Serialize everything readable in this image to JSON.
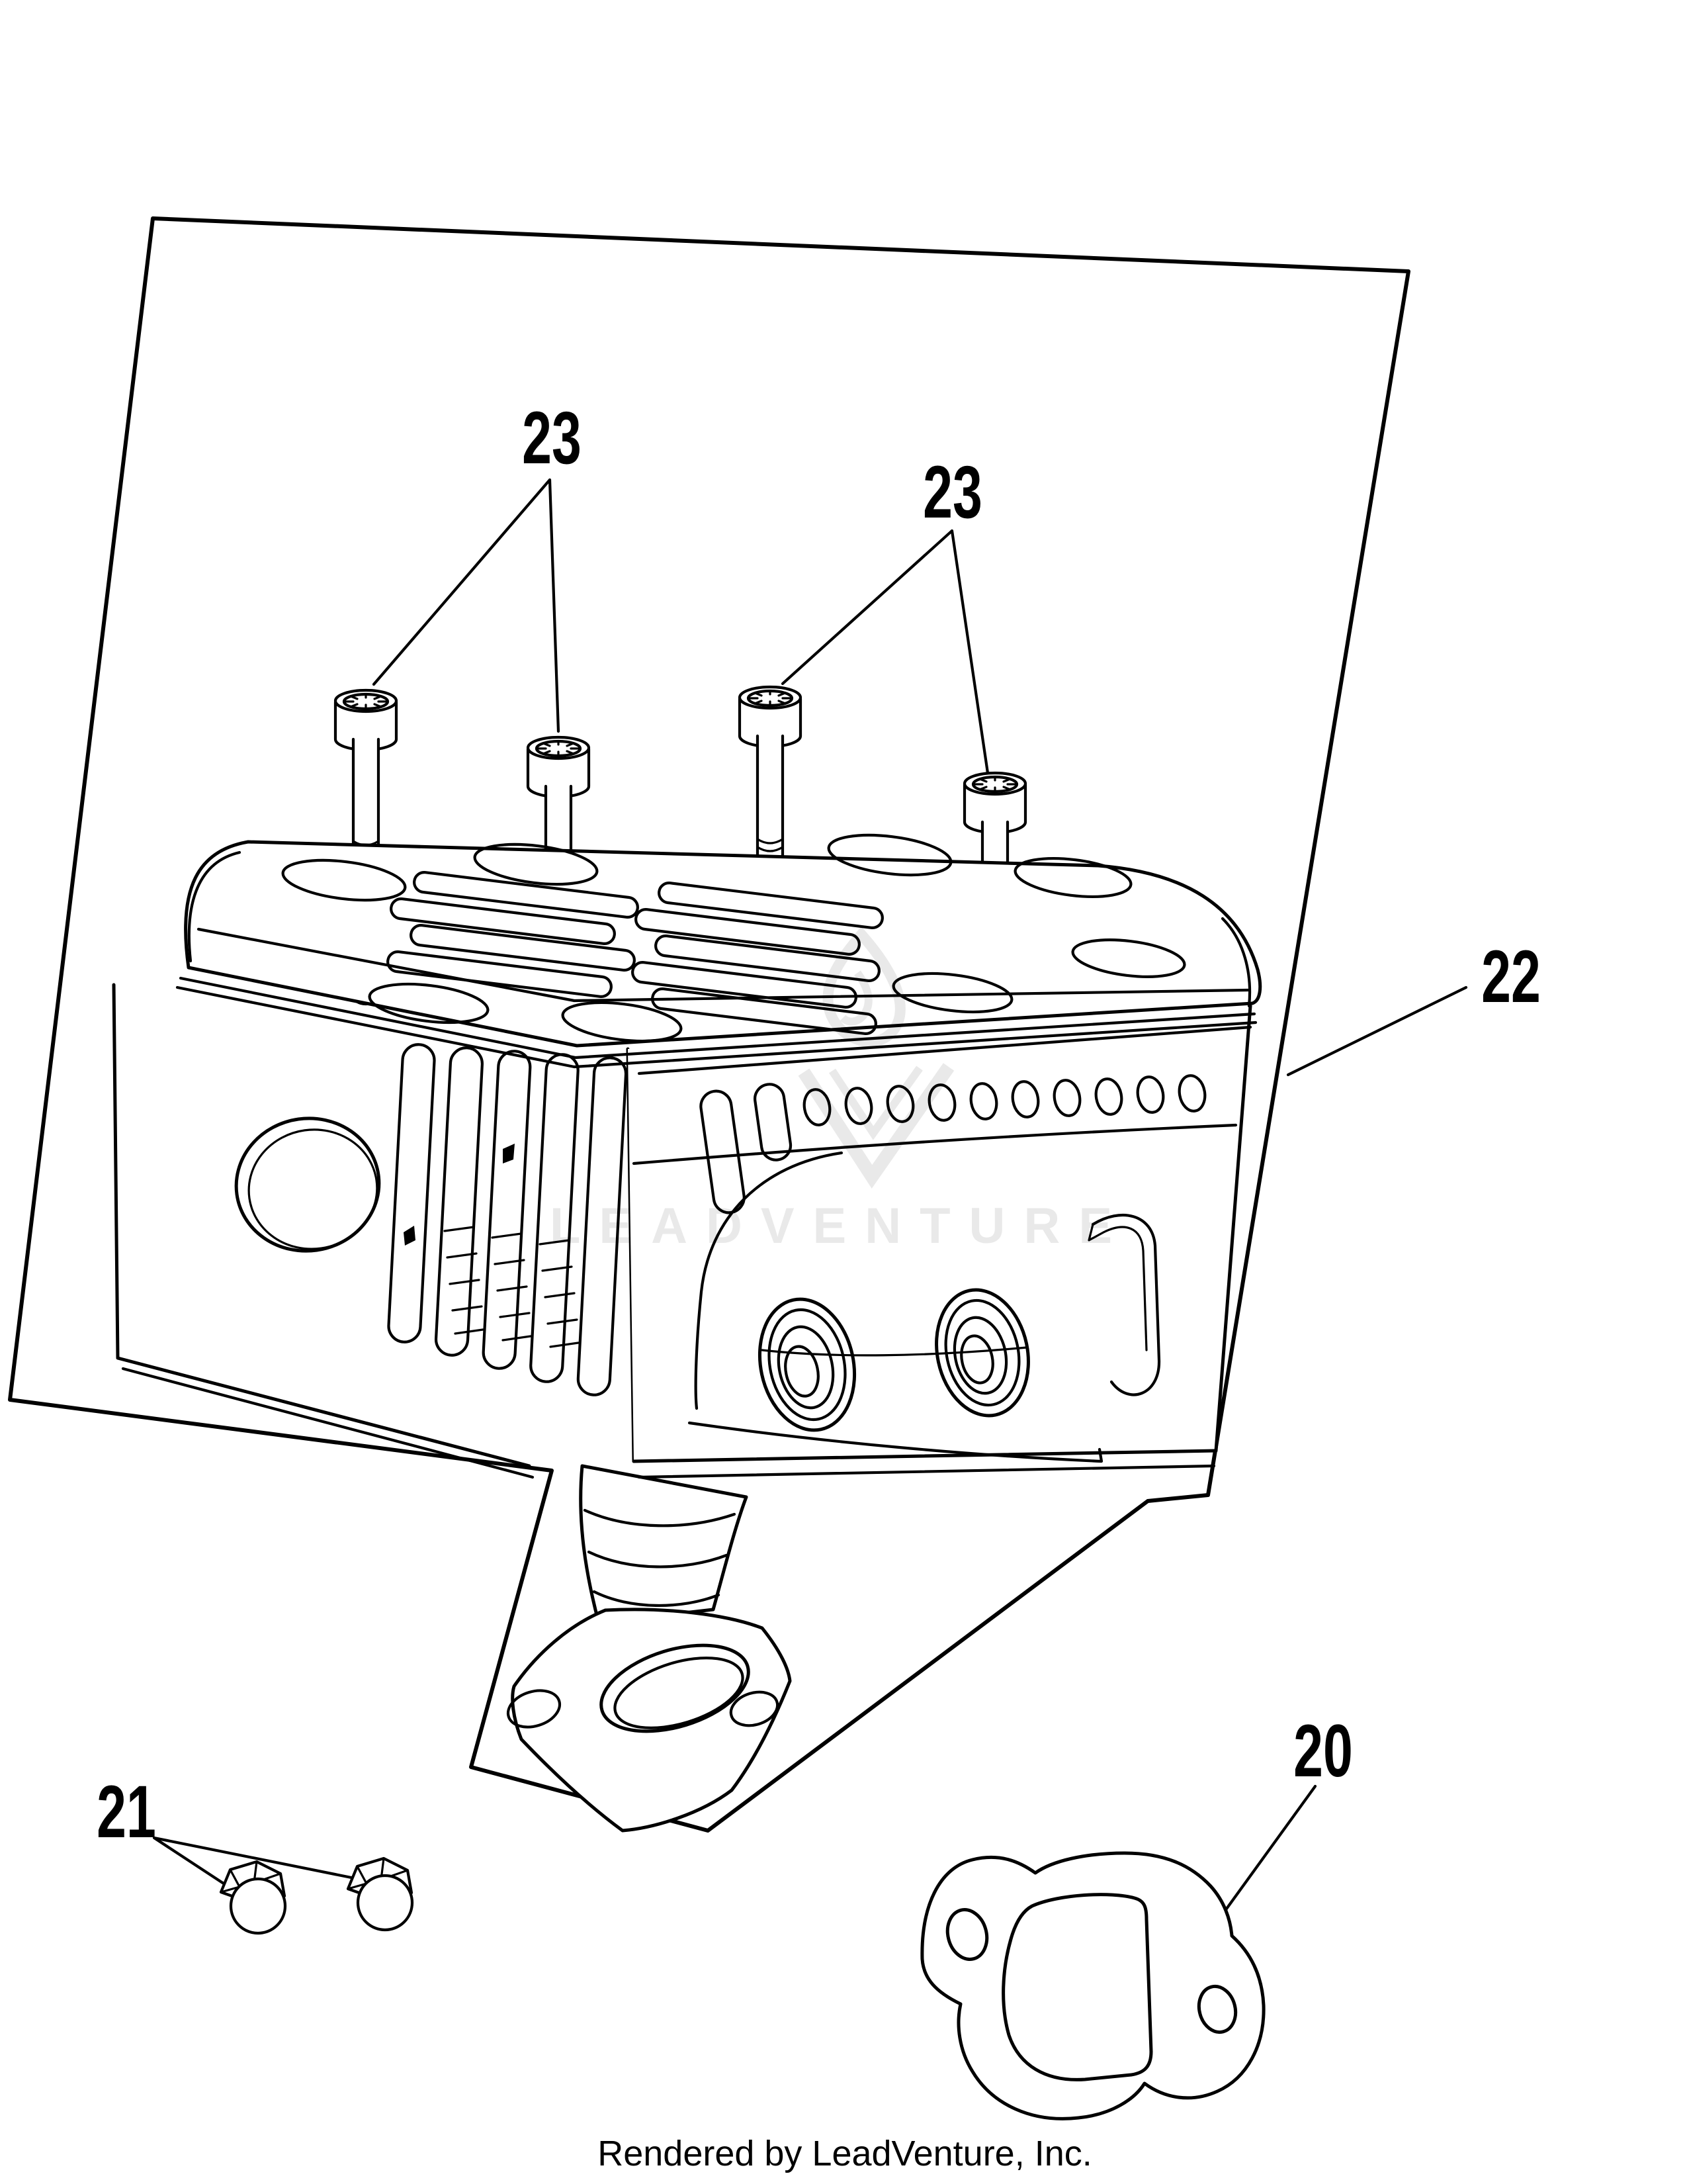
{
  "colors": {
    "background": "#ffffff",
    "line": "#000000",
    "watermark": "#e9e9e9"
  },
  "watermark": {
    "logo": "flame-v-icon",
    "text": "LEADVENTURE"
  },
  "footer": {
    "text": "Rendered by LeadVenture, Inc."
  },
  "callouts": {
    "screws_left": {
      "label": "23",
      "part": "socket-head-cap-screw"
    },
    "screws_right": {
      "label": "23",
      "part": "socket-head-cap-screw"
    },
    "muffler": {
      "label": "22",
      "part": "muffler-assembly"
    },
    "bolts": {
      "label": "21",
      "part": "hex-flange-bolt"
    },
    "gasket": {
      "label": "20",
      "part": "exhaust-gasket"
    }
  }
}
